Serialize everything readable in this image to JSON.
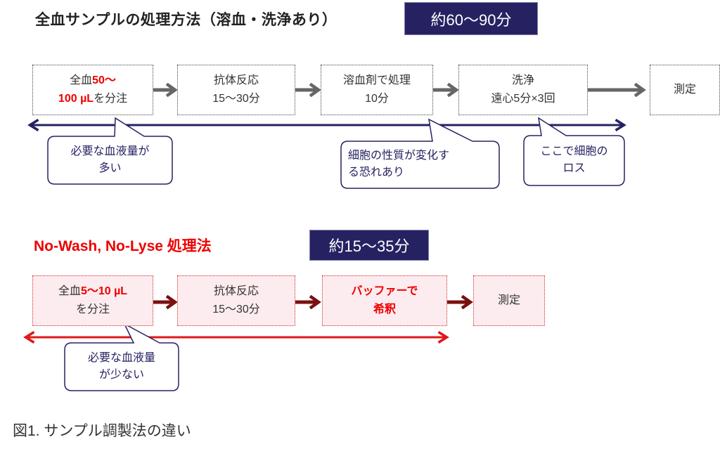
{
  "section1": {
    "title": "全血サンプルの処理方法（溶血・洗浄あり）",
    "time": "約60〜90分",
    "steps": [
      {
        "line1_prefix": "全血",
        "line1_highlight": "50〜",
        "line2_highlight": "100 µL",
        "line2_suffix": "を分注"
      },
      {
        "line1": "抗体反応",
        "line2": "15〜30分"
      },
      {
        "line1": "溶血剤で処理",
        "line2": "10分"
      },
      {
        "line1": "洗浄",
        "line2": "遠心5分×3回"
      },
      {
        "line1": "測定"
      }
    ],
    "callouts": [
      {
        "line1": "必要な血液量が",
        "line2": "多い"
      },
      {
        "line1": "細胞の性質が変化す",
        "line2": "る恐れあり"
      },
      {
        "line1": "ここで細胞の",
        "line2": "ロス"
      }
    ]
  },
  "section2": {
    "title": "No-Wash, No-Lyse 処理法",
    "time": "約15〜35分",
    "steps": [
      {
        "line1_prefix": "全血",
        "line1_highlight": "5〜10 µL",
        "line2": "を分注"
      },
      {
        "line1": "抗体反応",
        "line2": "15〜30分"
      },
      {
        "line1_highlight": "バッファーで",
        "line2_highlight": "希釈"
      },
      {
        "line1": "測定"
      }
    ],
    "callouts": [
      {
        "line1": "必要な血液量",
        "line2": "が少ない"
      }
    ]
  },
  "caption": "図1. サンプル調製法の違い",
  "colors": {
    "navy": "#262262",
    "red": "#ee0000",
    "gray_arrow": "#666666",
    "dark_red_arrow": "#7a1010",
    "pink_fill": "#fdecef"
  }
}
